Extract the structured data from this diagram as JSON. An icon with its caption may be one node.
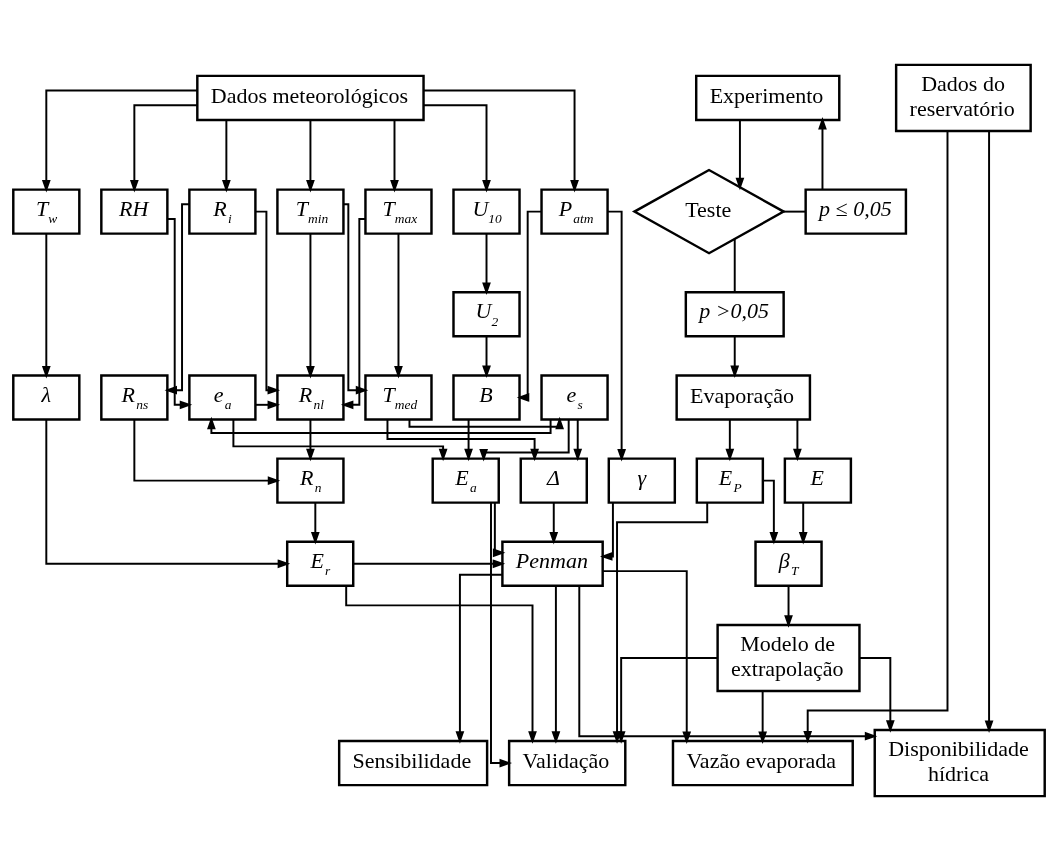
{
  "diagram": {
    "nodes": [
      {
        "text": [
          "Dados meteorológicos"
        ]
      },
      {
        "text": [
          "Dados do reservatório"
        ]
      },
      {
        "text": [
          "Experimento"
        ]
      },
      {
        "text": [
          "p ≤ 0,05"
        ]
      },
      {
        "text": [
          "Teste"
        ]
      },
      {
        "text": [
          "p >0,05"
        ]
      },
      {
        "text": [
          "T$_{w}$"
        ]
      },
      {
        "text": [
          "R$_{i}$"
        ]
      },
      {
        "text": [
          "RH"
        ]
      },
      {
        "text": [
          "T$_{max}$"
        ]
      },
      {
        "text": [
          "T$_{min}$"
        ]
      },
      {
        "text": [
          "U$_{10}$"
        ]
      },
      {
        "text": [
          "P$_{atm}$"
        ]
      },
      {
        "text": [
          "U$_{2}$"
        ]
      },
      {
        "text": [
          "λ"
        ]
      },
      {
        "text": [
          "R$_{ns}$"
        ]
      },
      {
        "text": [
          "R$_{nl}$"
        ]
      },
      {
        "text": [
          "e$_{a}$"
        ]
      },
      {
        "text": [
          "e$_{s}$"
        ]
      },
      {
        "text": [
          "T$_{med}$"
        ]
      },
      {
        "text": [
          "B"
        ]
      },
      {
        "text": [
          "Evaporação"
        ]
      },
      {
        "text": [
          "R$_{n}$"
        ]
      },
      {
        "text": [
          "E$_{a}$"
        ]
      },
      {
        "text": [
          "Δ"
        ]
      },
      {
        "text": [
          "γ"
        ]
      },
      {
        "text": [
          "E$_{P}$"
        ]
      },
      {
        "text": [
          "E"
        ]
      },
      {
        "text": [
          "E$_{r}$"
        ]
      },
      {
        "text": [
          "Penman"
        ]
      },
      {
        "text": [
          "β$_{T}$"
        ]
      },
      {
        "text": [
          "Modelo de extrapolação"
        ]
      },
      {
        "text": [
          "Validação"
        ]
      },
      {
        "text": [
          "Sensibilidade"
        ]
      },
      {
        "text": [
          "Vazão evaporada"
        ]
      },
      {
        "text": [
          "Disponibilidade hídrica"
        ]
      }
    ],
    "edges": [
      {
        "from": 0,
        "to": 6,
        "arrow": "to"
      },
      {
        "from": 0,
        "to": 7,
        "arrow": "to"
      },
      {
        "from": 0,
        "to": 8,
        "arrow": "to"
      },
      {
        "from": 0,
        "to": 9,
        "arrow": "to"
      },
      {
        "from": 0,
        "to": 10,
        "arrow": "to"
      },
      {
        "from": 0,
        "to": 11,
        "arrow": "to"
      },
      {
        "from": 0,
        "to": 12,
        "arrow": "to"
      },
      {
        "from": 2,
        "to": 4,
        "arrow": "to"
      },
      {
        "from": 4,
        "to": 3,
        "arrow": "none"
      },
      {
        "from": 3,
        "to": 2,
        "arrow": "to"
      },
      {
        "from": 4,
        "to": 5,
        "arrow": "none"
      },
      {
        "from": 5,
        "to": 21,
        "arrow": "to"
      },
      {
        "from": 6,
        "to": 14,
        "arrow": "to"
      },
      {
        "from": 7,
        "to": 15,
        "arrow": "to"
      },
      {
        "from": 7,
        "to": 16,
        "arrow": "to"
      },
      {
        "from": 9,
        "to": 16,
        "arrow": "to"
      },
      {
        "from": 10,
        "to": 16,
        "arrow": "to"
      },
      {
        "from": 8,
        "to": 17,
        "arrow": "to"
      },
      {
        "from": 9,
        "to": 19,
        "arrow": "to"
      },
      {
        "from": 10,
        "to": 19,
        "arrow": "to"
      },
      {
        "from": 11,
        "to": 13,
        "arrow": "to"
      },
      {
        "from": 13,
        "to": 20,
        "arrow": "to"
      },
      {
        "from": 12,
        "to": 20,
        "arrow": "to"
      },
      {
        "from": 12,
        "to": 25,
        "arrow": "to"
      },
      {
        "from": 19,
        "to": 18,
        "arrow": "to"
      },
      {
        "from": 18,
        "to": 17,
        "arrow": "to"
      },
      {
        "from": 17,
        "to": 16,
        "arrow": "to"
      },
      {
        "from": 21,
        "to": 26,
        "arrow": "to"
      },
      {
        "from": 21,
        "to": 27,
        "arrow": "to"
      },
      {
        "from": 15,
        "to": 22,
        "arrow": "to"
      },
      {
        "from": 16,
        "to": 22,
        "arrow": "to"
      },
      {
        "from": 17,
        "to": 23,
        "arrow": "to"
      },
      {
        "from": 18,
        "to": 23,
        "arrow": "to"
      },
      {
        "from": 20,
        "to": 23,
        "arrow": "to"
      },
      {
        "from": 18,
        "to": 24,
        "arrow": "to"
      },
      {
        "from": 19,
        "to": 24,
        "arrow": "to"
      },
      {
        "from": 14,
        "to": 28,
        "arrow": "to"
      },
      {
        "from": 22,
        "to": 28,
        "arrow": "to"
      },
      {
        "from": 23,
        "to": 29,
        "arrow": "to"
      },
      {
        "from": 24,
        "to": 29,
        "arrow": "to"
      },
      {
        "from": 25,
        "to": 29,
        "arrow": "to"
      },
      {
        "from": 28,
        "to": 29,
        "arrow": "to"
      },
      {
        "from": 26,
        "to": 30,
        "arrow": "to"
      },
      {
        "from": 27,
        "to": 30,
        "arrow": "to"
      },
      {
        "from": 30,
        "to": 31,
        "arrow": "to"
      },
      {
        "from": 28,
        "to": 32,
        "arrow": "to"
      },
      {
        "from": 23,
        "to": 32,
        "arrow": "to"
      },
      {
        "from": 29,
        "to": 32,
        "arrow": "to"
      },
      {
        "from": 31,
        "to": 32,
        "arrow": "to"
      },
      {
        "from": 26,
        "to": 32,
        "arrow": "to"
      },
      {
        "from": 29,
        "to": 33,
        "arrow": "to"
      },
      {
        "from": 29,
        "to": 34,
        "arrow": "to"
      },
      {
        "from": 1,
        "to": 34,
        "arrow": "to"
      },
      {
        "from": 31,
        "to": 34,
        "arrow": "to"
      },
      {
        "from": 29,
        "to": 35,
        "arrow": "to"
      },
      {
        "from": 1,
        "to": 35,
        "arrow": "to"
      },
      {
        "from": 31,
        "to": 35,
        "arrow": "to"
      }
    ]
  }
}
